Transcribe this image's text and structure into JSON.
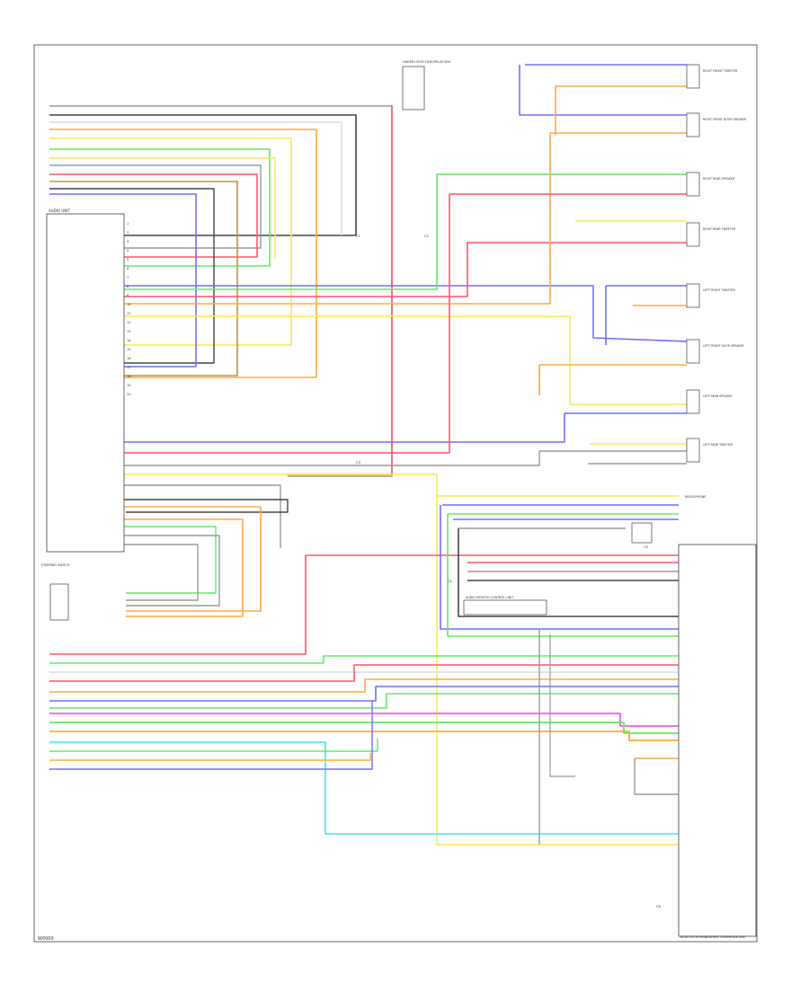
{
  "diagram": {
    "title": "",
    "footer_code": "W0000",
    "components": {
      "head_unit": "AUDIO UNIT",
      "right_front_tweeter": "RIGHT FRONT TWEETER",
      "right_front_door_speaker": "RIGHT FRONT DOOR SPEAKER",
      "right_rear_speaker": "RIGHT REAR SPEAKER",
      "right_rear_tweeter": "RIGHT REAR TWEETER",
      "left_front_tweeter": "LEFT FRONT TWEETER",
      "left_front_door_speaker": "LEFT FRONT DOOR SPEAKER",
      "left_rear_speaker": "LEFT REAR SPEAKER",
      "left_rear_tweeter": "LEFT REAR TWEETER",
      "fuse_relay_box": "UNDER-HOOD FUSE/RELAY BOX",
      "bluetooth_unit": "BLUETOOTH HANDSFREE TELEPHONE UNIT",
      "amp_unit": "AUDIO REMOTE CONTROL UNIT",
      "steering_switch": "STEERING SWITCH",
      "mic": "MICROPHONE"
    },
    "connector_labels": [
      "C1",
      "C2",
      "C3",
      "C4",
      "C5",
      "C6"
    ],
    "pin_labels": [
      "1",
      "2",
      "3",
      "4",
      "5",
      "6",
      "7",
      "8",
      "9",
      "10",
      "11",
      "12",
      "13",
      "14",
      "15",
      "16",
      "17",
      "18",
      "19",
      "20"
    ],
    "wire_colors": {
      "RED": "#ff5566",
      "BLU": "#6f6fff",
      "YEL": "#f5ea55",
      "GRN": "#66e866",
      "ORN": "#ffa845",
      "BRN": "#c8913c",
      "PNK": "#ff58ee",
      "LTBLU": "#55ecf2",
      "GRY": "#999999",
      "BLK": "#444444",
      "WHT": "#dcdcdc"
    }
  }
}
